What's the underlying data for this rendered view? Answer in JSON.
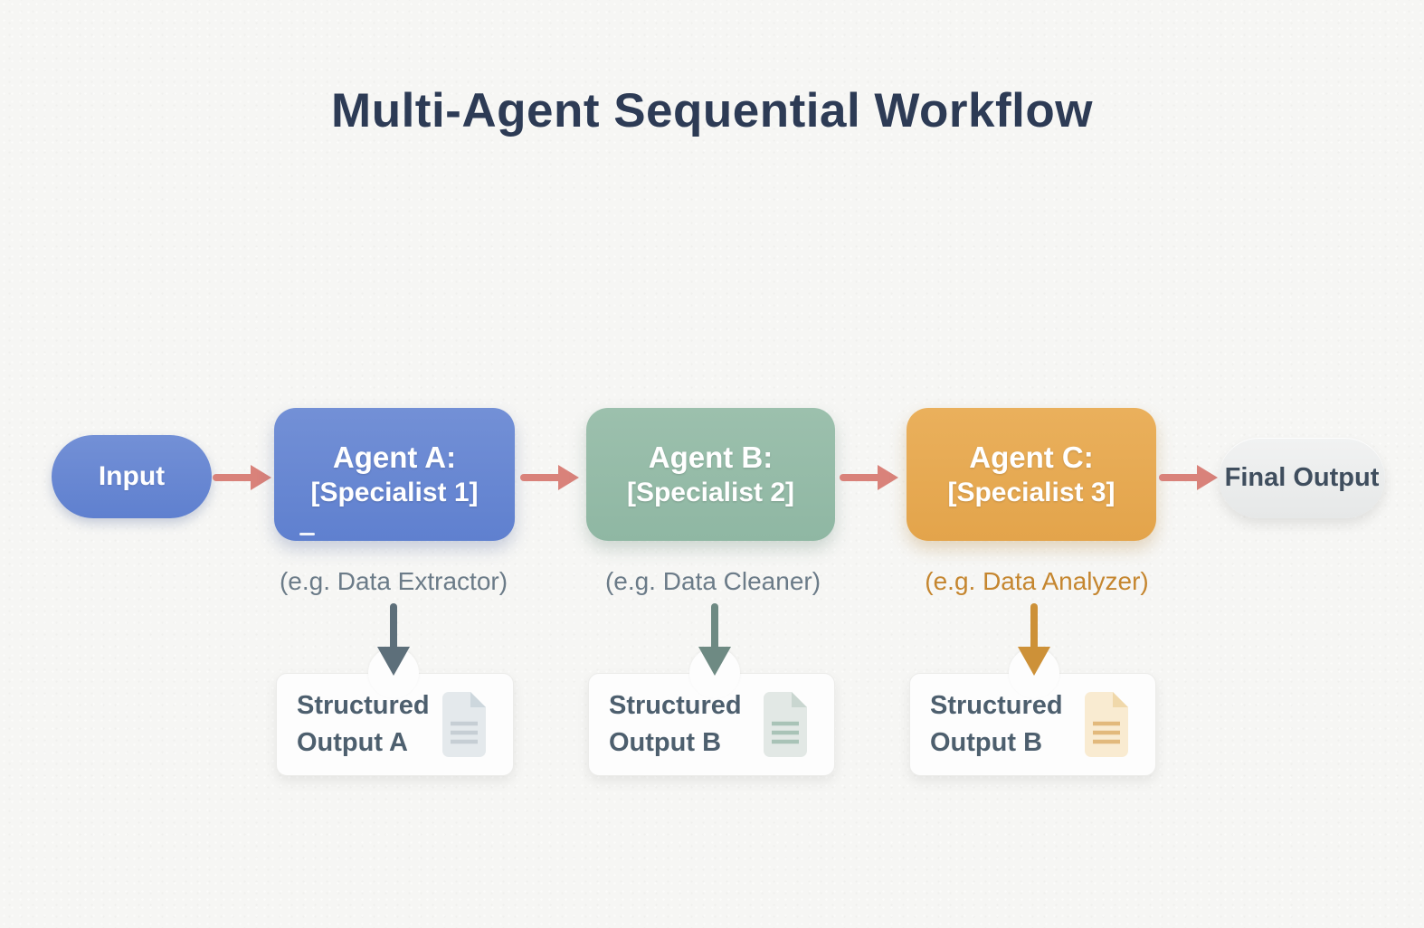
{
  "title": "Multi-Agent Sequential Workflow",
  "flow": {
    "input_label": "Input",
    "final_label": "Final Output"
  },
  "agents": [
    {
      "title": "Agent A:",
      "subtitle": "[Specialist 1]",
      "example": "(e.g. Data Extractor)",
      "accent": "#5f80cf"
    },
    {
      "title": "Agent B:",
      "subtitle": "[Specialist 2]",
      "example": "(e.g. Data Cleaner)",
      "accent": "#8fb7a3"
    },
    {
      "title": "Agent C:",
      "subtitle": "[Specialist 3]",
      "example": "(e.g. Data Analyzer)",
      "accent": "#e3a44b"
    }
  ],
  "outputs": [
    {
      "label": "Structured Output A",
      "icon": "document-icon"
    },
    {
      "label": "Structured Output B",
      "icon": "document-icon"
    },
    {
      "label": "Structured Output B",
      "icon": "document-icon"
    }
  ],
  "colors": {
    "bg": "#f6f6f4",
    "title-navy": "#2d3b55",
    "agent-blue": "#5f80cf",
    "agent-blue-light": "#7390d6",
    "agent-green": "#8fb7a3",
    "agent-green-light": "#9cc0ad",
    "agent-orange": "#e3a44b",
    "agent-orange-light": "#eab05c",
    "arrow-salmon": "#d9827a",
    "arrow-slate": "#5d6f7a",
    "arrow-teal": "#6e8a83",
    "arrow-gold": "#cd9138",
    "caption-slate": "#6b7b88",
    "caption-orange": "#c5862f",
    "card-text": "#4d5f6e",
    "final-text": "#3f4e5e"
  }
}
